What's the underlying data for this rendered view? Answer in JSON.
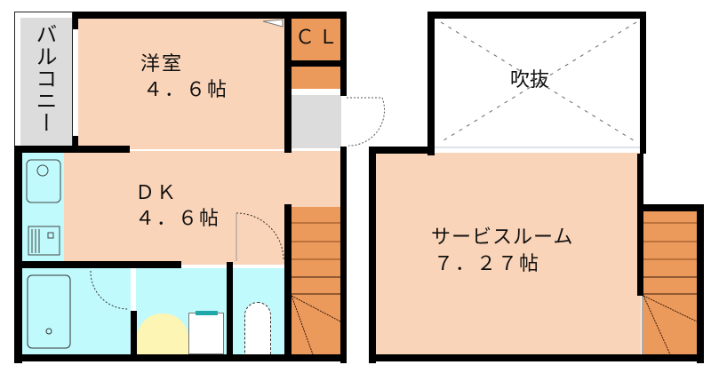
{
  "floor_plan": {
    "colors": {
      "room": "#fad4b8",
      "closet": "#ec9a5c",
      "stairs": "#ec9a5c",
      "wet_area": "#c0fafc",
      "balcony": "#dcdcdc",
      "entry": "#dcdcdc",
      "void": "#ffffff",
      "wall": "#000000",
      "washbasin": "#fcf5b4"
    },
    "first_floor": {
      "balcony": {
        "label": "バルコニー"
      },
      "western_room": {
        "name": "洋室",
        "size": "4.6帖",
        "size_display": "４．６帖"
      },
      "closet": {
        "label": "ＣＬ"
      },
      "dk": {
        "name": "ＤＫ",
        "size_display": "４．６帖"
      },
      "fixtures": [
        "kitchen-sink",
        "stove",
        "bathtub",
        "washbasin",
        "washing-machine",
        "toilet",
        "stairs"
      ]
    },
    "second_floor": {
      "void": {
        "label": "吹抜"
      },
      "service_room": {
        "name": "サービスルーム",
        "size_display": "７．２７帖"
      },
      "fixtures": [
        "stairs"
      ]
    }
  }
}
